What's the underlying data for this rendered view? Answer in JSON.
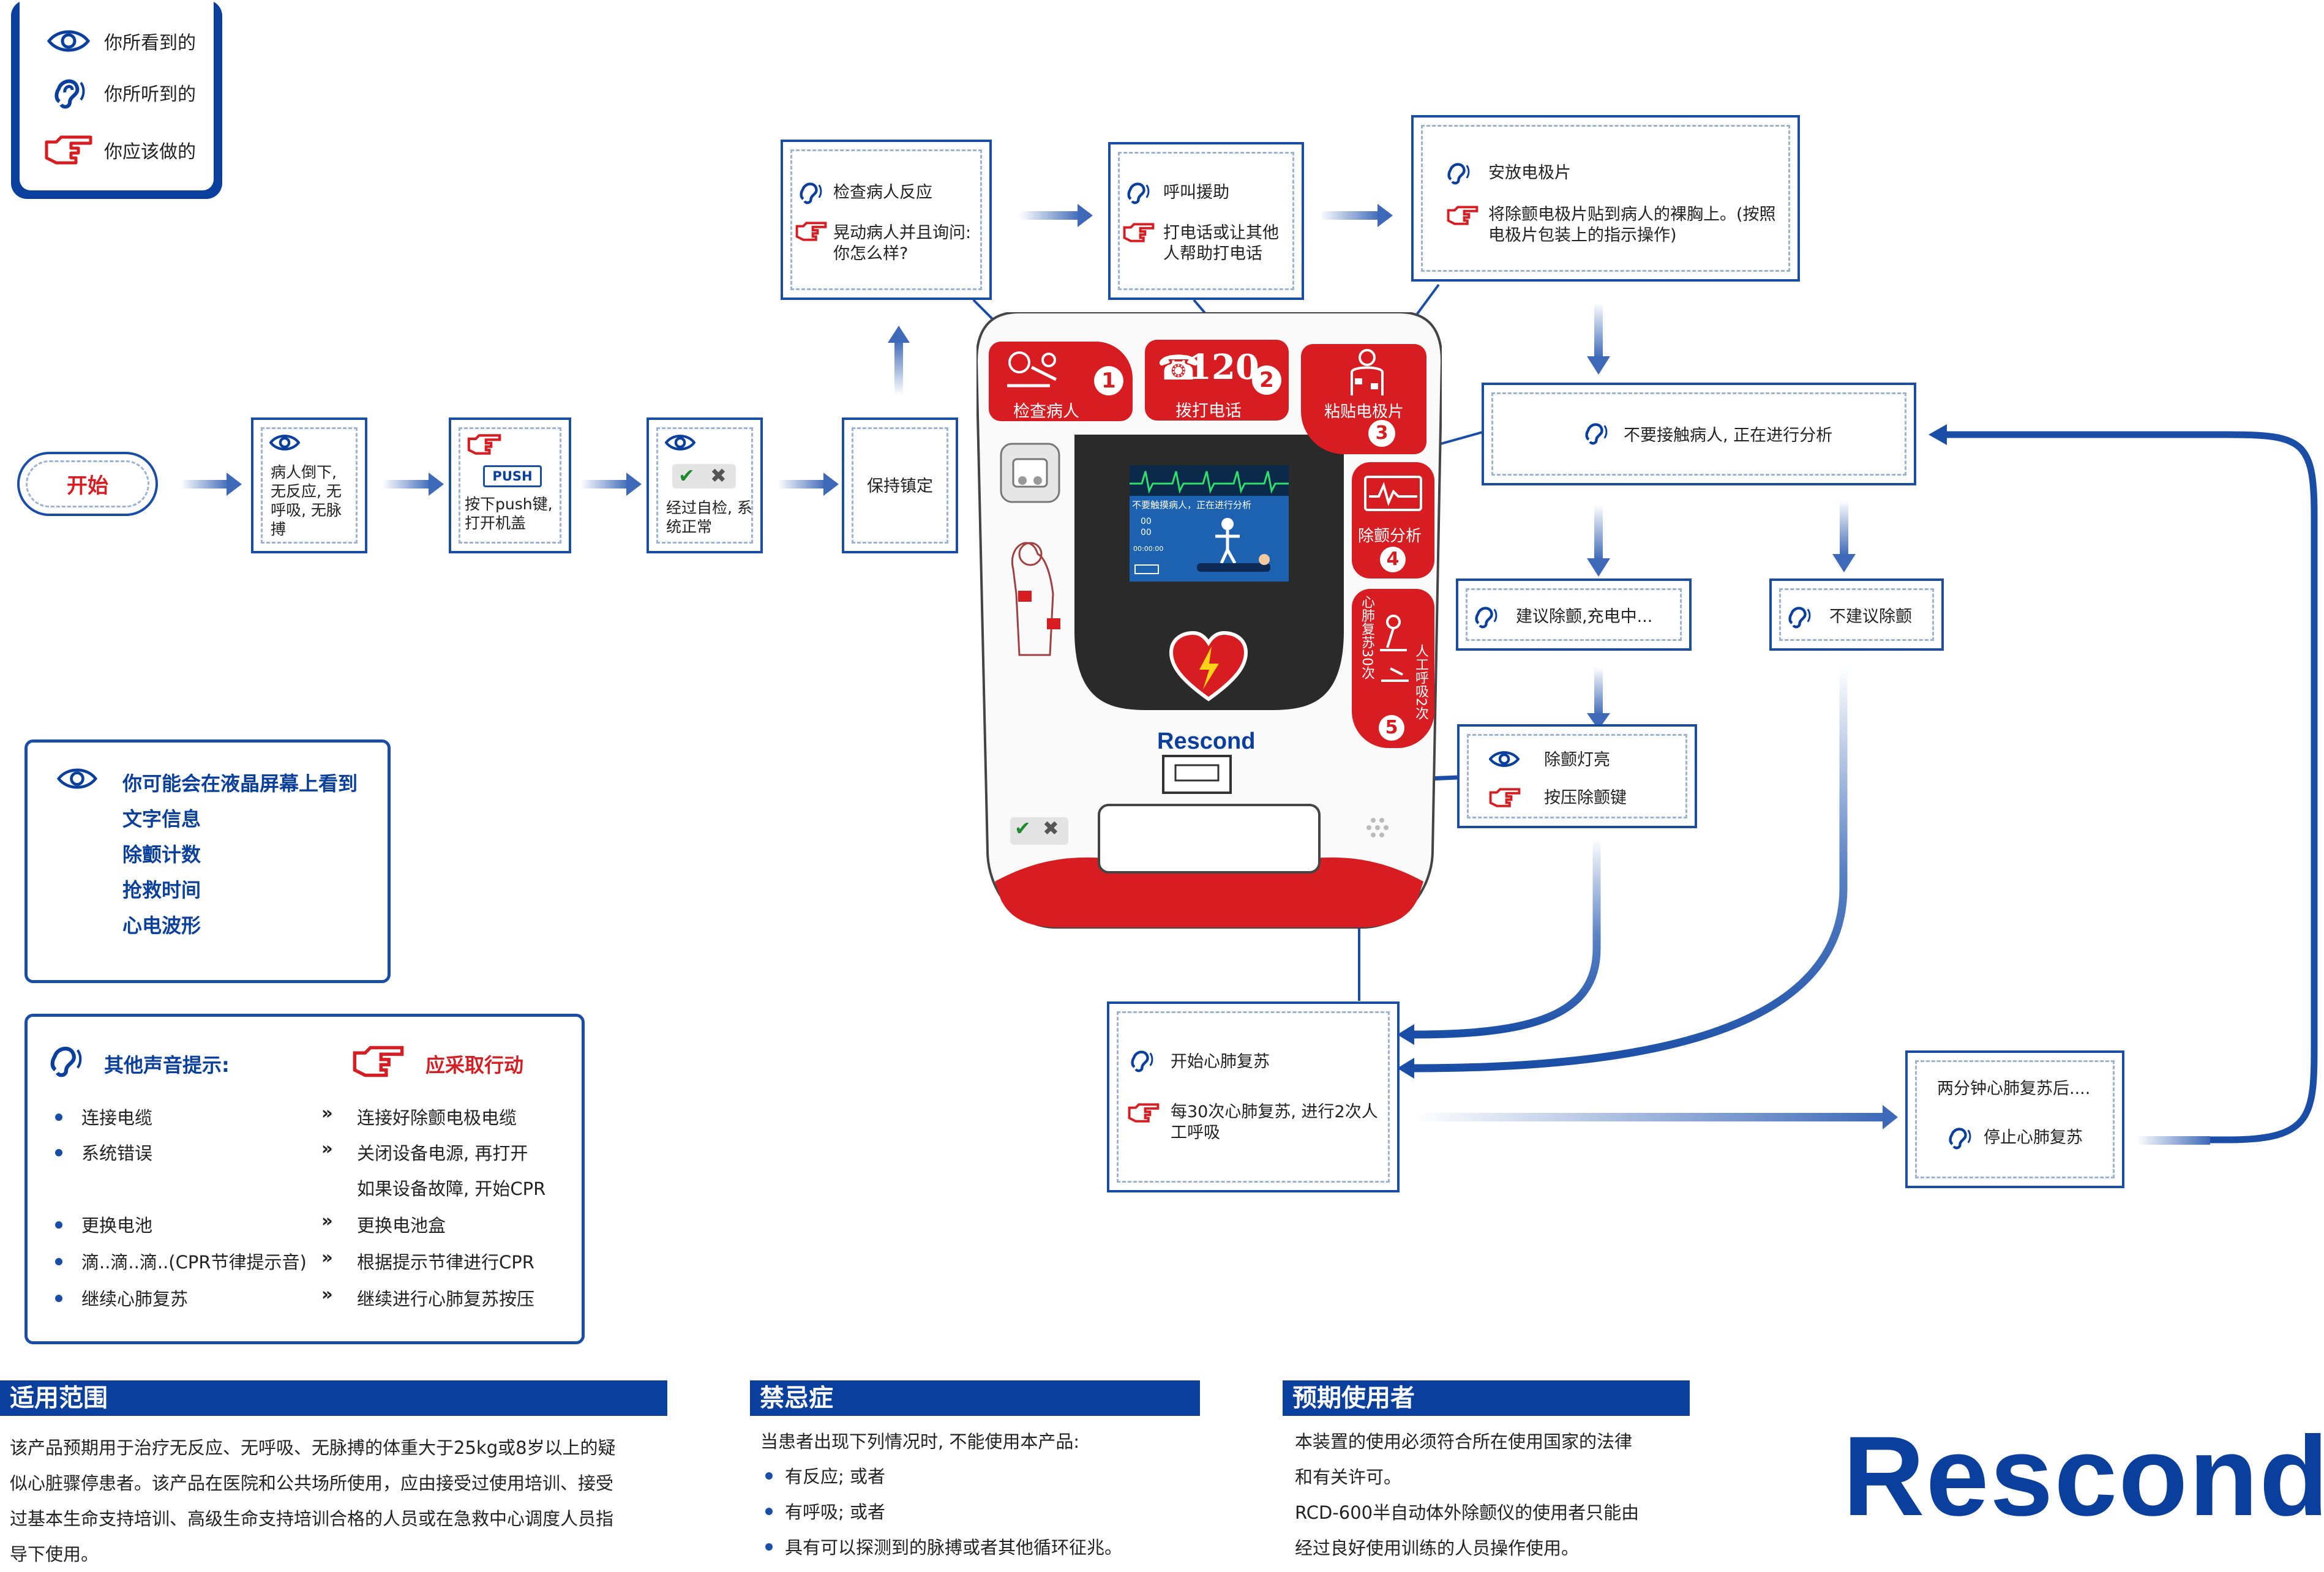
{
  "legend": {
    "see": "你所看到的",
    "hear": "你所听到的",
    "do": "你应该做的"
  },
  "start": "开始",
  "steps": {
    "collapse": "病人倒下, 无反应, 无呼吸, 无脉搏",
    "push_btn": "PUSH",
    "push": "按下push键, 打开机盖",
    "selfcheck": "经过自检, 系统正常",
    "calm": "保持镇定",
    "check_hear": "检查病人反应",
    "check_do": "晃动病人并且询问: 你怎么样?",
    "call_hear": "呼叫援助",
    "call_do": "打电话或让其他人帮助打电话",
    "pads_hear": "安放电极片",
    "pads_do": "将除颤电极片贴到病人的裸胸上。(按照电极片包装上的指示操作)",
    "analyze": "不要接触病人, 正在进行分析",
    "shock_advised": "建议除颤,充电中...",
    "no_shock": "不建议除颤",
    "shock_light": "除颤灯亮",
    "shock_press": "按压除颤键",
    "cpr_hear": "开始心肺复苏",
    "cpr_do": "每30次心肺复苏, 进行2次人工呼吸",
    "two_min": "两分钟心肺复苏后....",
    "stop_cpr": "停止心肺复苏"
  },
  "device": {
    "tab1": "检查病人",
    "tab1_num": "1",
    "tab2_main": "120",
    "tab2": "拨打电话",
    "tab2_num": "2",
    "tab3": "粘贴电极片",
    "tab3_num": "3",
    "tab4": "除颤分析",
    "tab4_num": "4",
    "tab5a": "心肺复苏30次",
    "tab5b": "人工呼吸2次",
    "tab5_num": "5",
    "screen_msg": "不要触摸病人，正在进行分析",
    "screen_c1": "00",
    "screen_c2": "00",
    "screen_time": "00:00:00",
    "brand": "Rescond"
  },
  "lcd_box": {
    "title": "你可能会在液晶屏幕上看到",
    "items": [
      "文字信息",
      "除颤计数",
      "抢救时间",
      "心电波形"
    ]
  },
  "sound_box": {
    "title": "其他声音提示:",
    "action_title": "应采取行动",
    "sounds": [
      "连接电缆",
      "系统错误",
      "更换电池",
      "滴..滴..滴..(CPR节律提示音)",
      "继续心肺复苏"
    ],
    "actions": [
      "连接好除颤电极电缆",
      "关闭设备电源, 再打开",
      "如果设备故障, 开始CPR",
      "更换电池盒",
      "根据提示节律进行CPR",
      "继续进行心肺复苏按压"
    ]
  },
  "scope": {
    "title": "适用范围",
    "lines": [
      "该产品预期用于治疗无反应、无呼吸、无脉搏的体重大于25kg或8岁以上的疑",
      "似心脏骤停患者。该产品在医院和公共场所使用，应由接受过使用培训、接受",
      "过基本生命支持培训、高级生命支持培训合格的人员或在急救中心调度人员指",
      "导下使用。"
    ]
  },
  "contra": {
    "title": "禁忌症",
    "intro": "当患者出现下列情况时, 不能使用本产品:",
    "items": [
      "有反应; 或者",
      "有呼吸; 或者",
      "具有可以探测到的脉搏或者其他循环征兆。"
    ]
  },
  "users": {
    "title": "预期使用者",
    "lines": [
      "本装置的使用必须符合所在使用国家的法律",
      "和有关许可。",
      "RCD-600半自动体外除颤仪的使用者只能由",
      "经过良好使用训练的人员操作使用。"
    ]
  },
  "brand_logo": "Rescond",
  "colors": {
    "brand_blue": "#0b3f9e",
    "alert_red": "#d81d22"
  }
}
